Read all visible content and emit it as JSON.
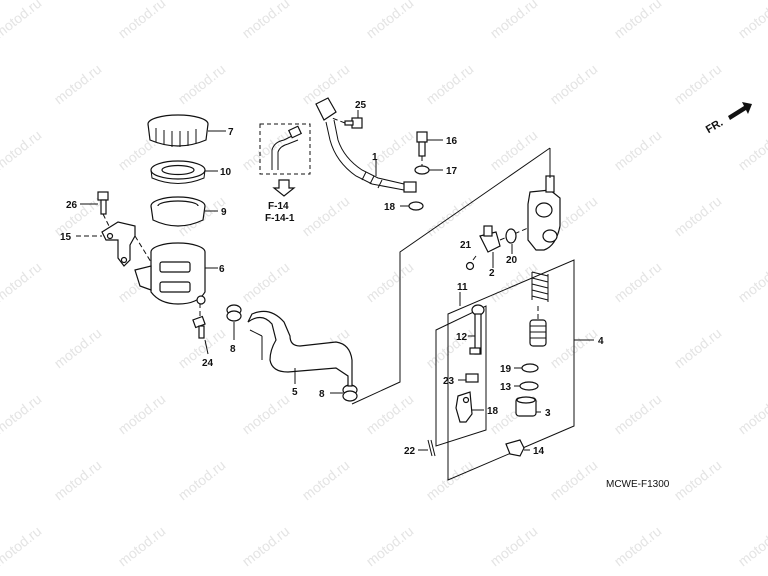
{
  "watermark": "motod.ru",
  "diagram_code": "MCWE-F1300",
  "front_indicator": "FR.",
  "references": [
    "F-14",
    "F-14-1"
  ],
  "callouts": [
    "1",
    "2",
    "3",
    "4",
    "5",
    "6",
    "7",
    "8",
    "8",
    "9",
    "10",
    "11",
    "12",
    "13",
    "14",
    "15",
    "16",
    "17",
    "18",
    "18",
    "19",
    "20",
    "21",
    "22",
    "23",
    "24",
    "25",
    "26"
  ]
}
